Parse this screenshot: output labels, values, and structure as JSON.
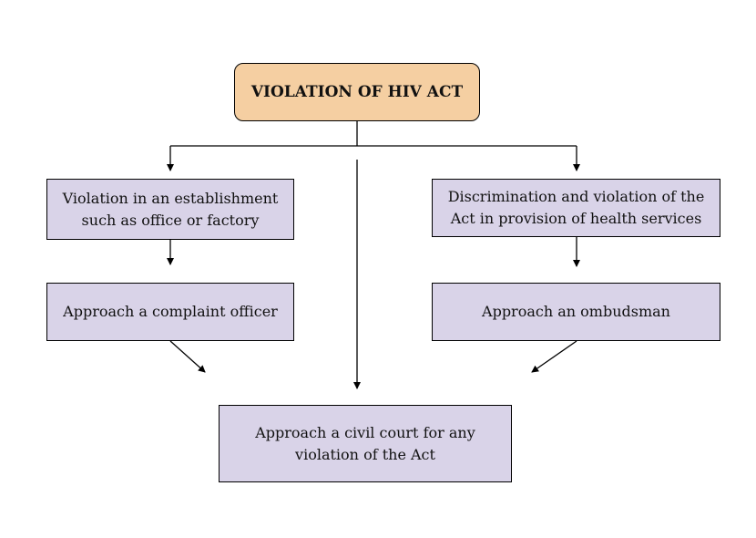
{
  "colors": {
    "title_fill": "#f5cfa2",
    "box_fill": "#d9d3e8",
    "line": "#000000"
  },
  "diagram": {
    "title": "VIOLATION OF HIV ACT",
    "establishment": [
      "Violation in an establishment",
      "such as office or factory"
    ],
    "discrimination": [
      "Discrimination and violation of the",
      "Act in provision of health services"
    ],
    "complaint_officer": "Approach a complaint officer",
    "ombudsman": "Approach an ombudsman",
    "civil_court": [
      "Approach a civil court for any",
      "violation of the Act"
    ]
  }
}
